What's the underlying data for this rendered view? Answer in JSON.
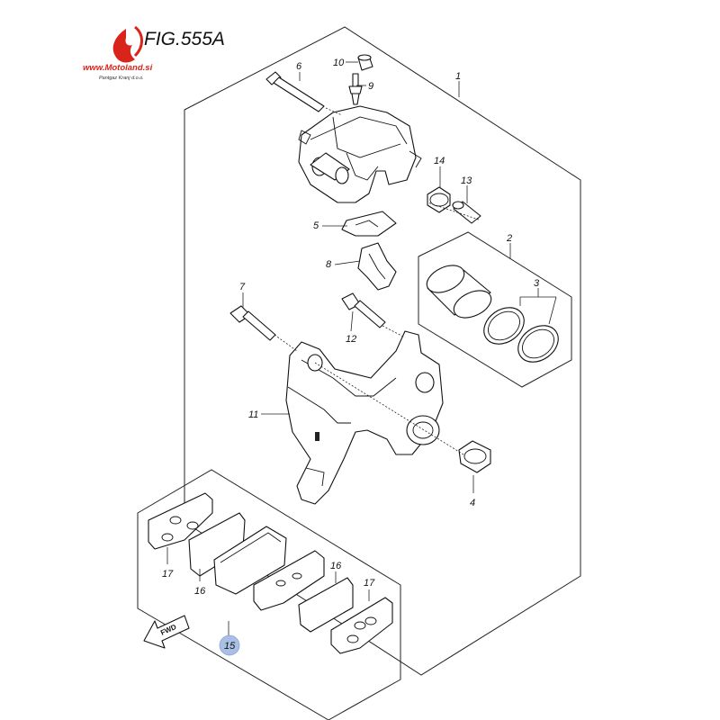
{
  "figure": {
    "label": "FIG.555A"
  },
  "brand": {
    "logo_text": "www.Motoland.si",
    "company": "Pantgaz Kranj d.o.o.",
    "accent_color": "#d9241b"
  },
  "fwd_arrow": {
    "label": "FWD"
  },
  "callouts": [
    {
      "id": "1",
      "text": "1"
    },
    {
      "id": "2",
      "text": "2"
    },
    {
      "id": "3",
      "text": "3"
    },
    {
      "id": "4",
      "text": "4"
    },
    {
      "id": "5",
      "text": "5"
    },
    {
      "id": "6",
      "text": "6"
    },
    {
      "id": "7",
      "text": "7"
    },
    {
      "id": "8",
      "text": "8"
    },
    {
      "id": "9",
      "text": "9"
    },
    {
      "id": "10",
      "text": "10"
    },
    {
      "id": "11",
      "text": "11"
    },
    {
      "id": "12",
      "text": "12"
    },
    {
      "id": "13",
      "text": "13"
    },
    {
      "id": "14",
      "text": "14"
    },
    {
      "id": "15",
      "text": "15",
      "highlight_color": "#a9bfe3"
    },
    {
      "id": "16a",
      "text": "16"
    },
    {
      "id": "16b",
      "text": "16"
    },
    {
      "id": "17a",
      "text": "17"
    },
    {
      "id": "17b",
      "text": "17"
    }
  ]
}
